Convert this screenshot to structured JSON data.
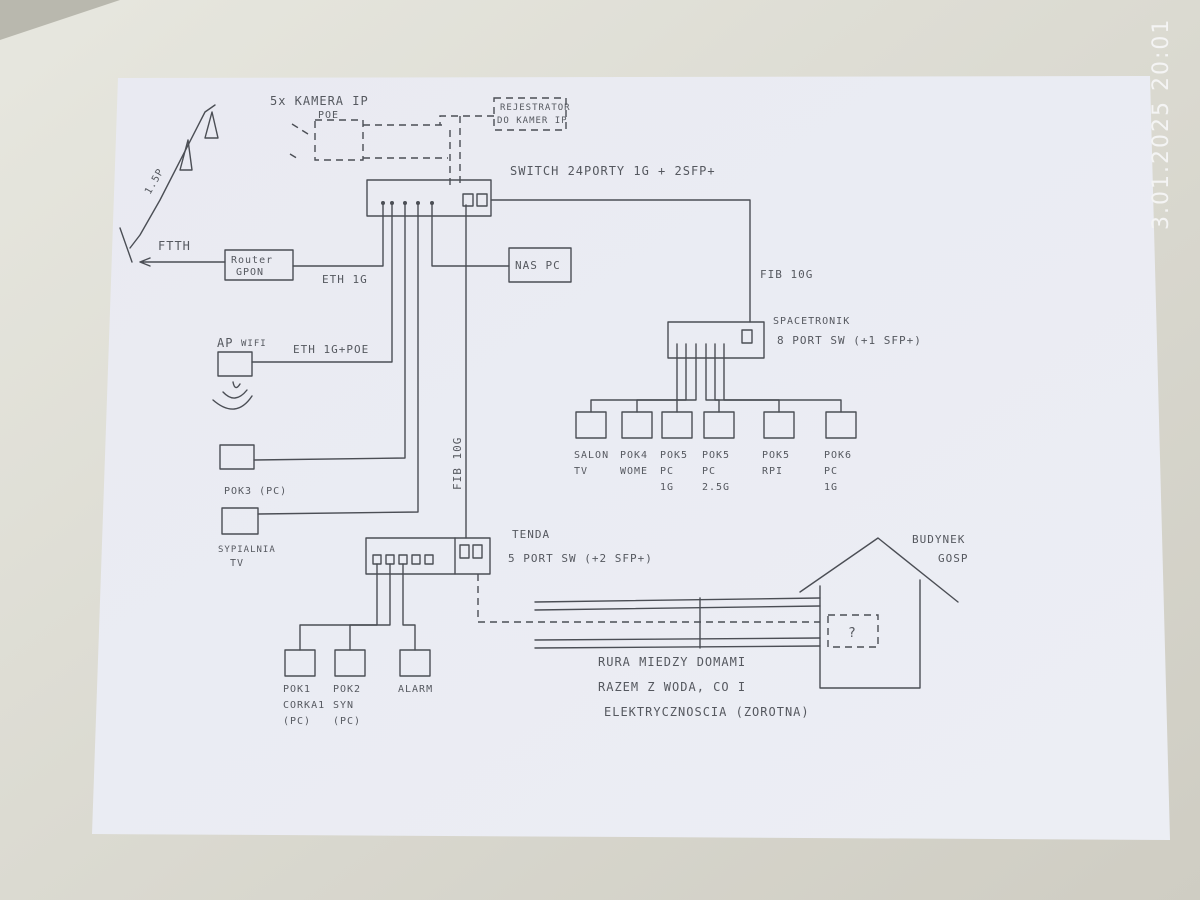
{
  "photo": {
    "timestamp": "3.01.2025  20:01"
  },
  "labels": {
    "cameras": "5x KAMERA IP",
    "cameras_poe": "POE",
    "recorder_line1": "REJESTRATOR",
    "recorder_line2": "DO KAMER IP",
    "main_switch": "SWITCH 24PORTY 1G + 2SFP+",
    "antenna": "1.5P",
    "ftth": "FTTH",
    "router_line1": "Router",
    "router_line2": "GPON",
    "eth_1g": "ETH 1G",
    "nas": "NAS PC",
    "ap": "AP",
    "ap_wifi": "WIFI",
    "eth_poe": "ETH 1G+POE",
    "pok3": "POK3 (PC)",
    "sypialnia_line1": "SYPIALNIA",
    "sypialnia_line2": "TV",
    "fib_right": "FIB 10G",
    "fib_vertical": "FIB 10G",
    "spacetronik_line1": "SPACETRONIK",
    "spacetronik_line2": "8 PORT SW (+1 SFP+)",
    "tenda_line1": "TENDA",
    "tenda_line2": "5 PORT SW (+2 SFP+)",
    "building_line1": "BUDYNEK",
    "building_line2": "GOSP",
    "building_question": "?",
    "pipe_line1": "RURA MIEDZY DOMAMI",
    "pipe_line2": "RAZEM Z WODA, CO I",
    "pipe_line3": "ELEKTRYCZNOSCIA (ZOROTNA)"
  },
  "spacetronik_devices": [
    {
      "line1": "SALON",
      "line2": "TV",
      "line3": ""
    },
    {
      "line1": "POK4",
      "line2": "WOME",
      "line3": ""
    },
    {
      "line1": "POK5",
      "line2": "PC",
      "line3": "1G"
    },
    {
      "line1": "POK5",
      "line2": "PC",
      "line3": "2.5G"
    },
    {
      "line1": "POK5",
      "line2": "RPI",
      "line3": ""
    },
    {
      "line1": "POK6",
      "line2": "PC",
      "line3": "1G"
    }
  ],
  "tenda_devices": [
    {
      "line1": "POK1",
      "line2": "CORKA1",
      "line3": "(PC)"
    },
    {
      "line1": "POK2",
      "line2": "SYN",
      "line3": "(PC)"
    },
    {
      "line1": "ALARM",
      "line2": "",
      "line3": ""
    }
  ]
}
